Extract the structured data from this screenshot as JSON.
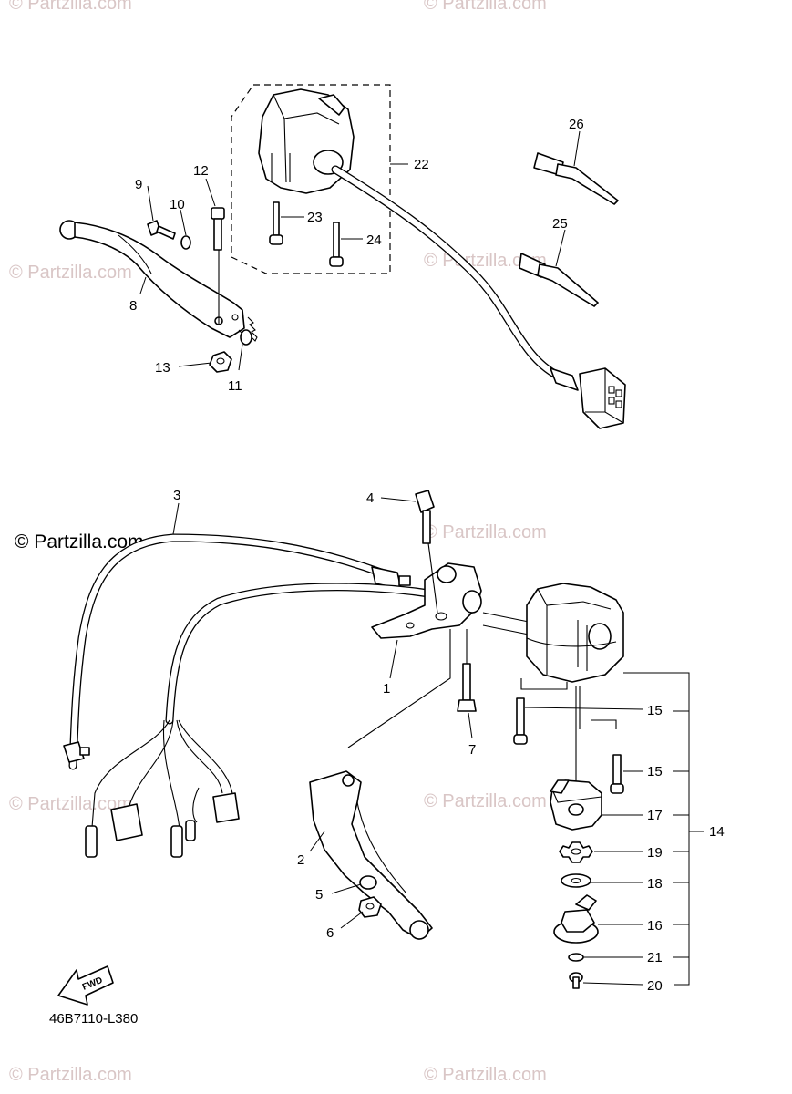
{
  "diagram": {
    "code": "46B7110-L380",
    "fwd_label": "FWD",
    "watermark_main": "© Partzilla.com",
    "watermark_repeat": "© Partzilla.com",
    "callouts": {
      "c1": "1",
      "c2": "2",
      "c3": "3",
      "c4": "4",
      "c5": "5",
      "c6": "6",
      "c7": "7",
      "c8": "8",
      "c9": "9",
      "c10": "10",
      "c11": "11",
      "c12": "12",
      "c13": "13",
      "c14": "14",
      "c15a": "15",
      "c15b": "15",
      "c16": "16",
      "c17": "17",
      "c18": "18",
      "c19": "19",
      "c20": "20",
      "c21": "21",
      "c22": "22",
      "c23": "23",
      "c24": "24",
      "c25": "25",
      "c26": "26"
    }
  }
}
